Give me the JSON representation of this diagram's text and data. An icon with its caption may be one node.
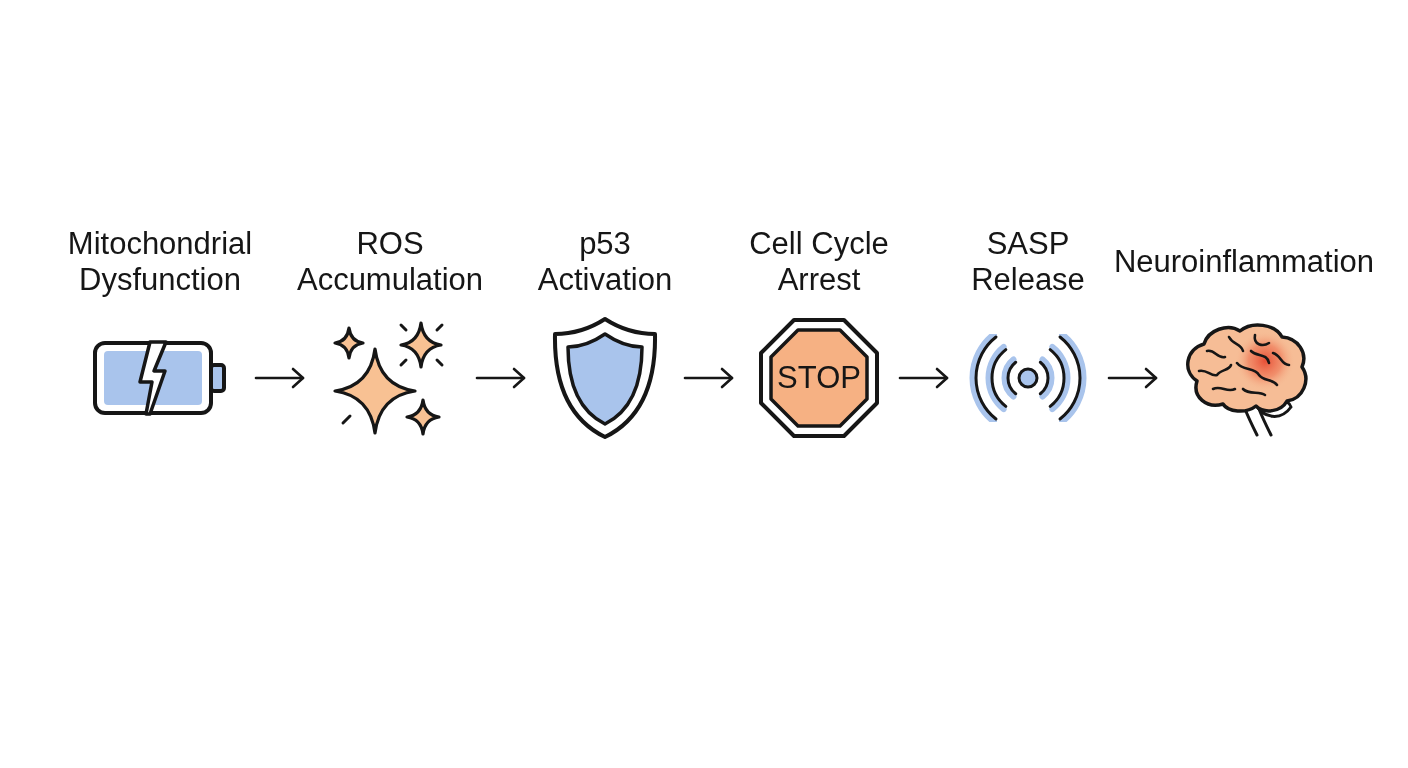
{
  "diagram": {
    "nodes": [
      {
        "text": [
          "Mitochondrial Dysfunction"
        ]
      },
      {
        "text": [
          "ROS Accumulation"
        ]
      },
      {
        "text": [
          "p53 Activation"
        ]
      },
      {
        "text": [
          "Cell Cycle Arrest",
          "STOP"
        ]
      },
      {
        "text": [
          "SASP Release"
        ]
      },
      {
        "text": [
          "Neuroinflammation"
        ]
      }
    ],
    "edges": [
      {
        "from": 0,
        "to": 1,
        "arrow": "to"
      },
      {
        "from": 1,
        "to": 2,
        "arrow": "to"
      },
      {
        "from": 2,
        "to": 3,
        "arrow": "to"
      },
      {
        "from": 3,
        "to": 4,
        "arrow": "to"
      },
      {
        "from": 4,
        "to": 5,
        "arrow": "to"
      }
    ]
  }
}
